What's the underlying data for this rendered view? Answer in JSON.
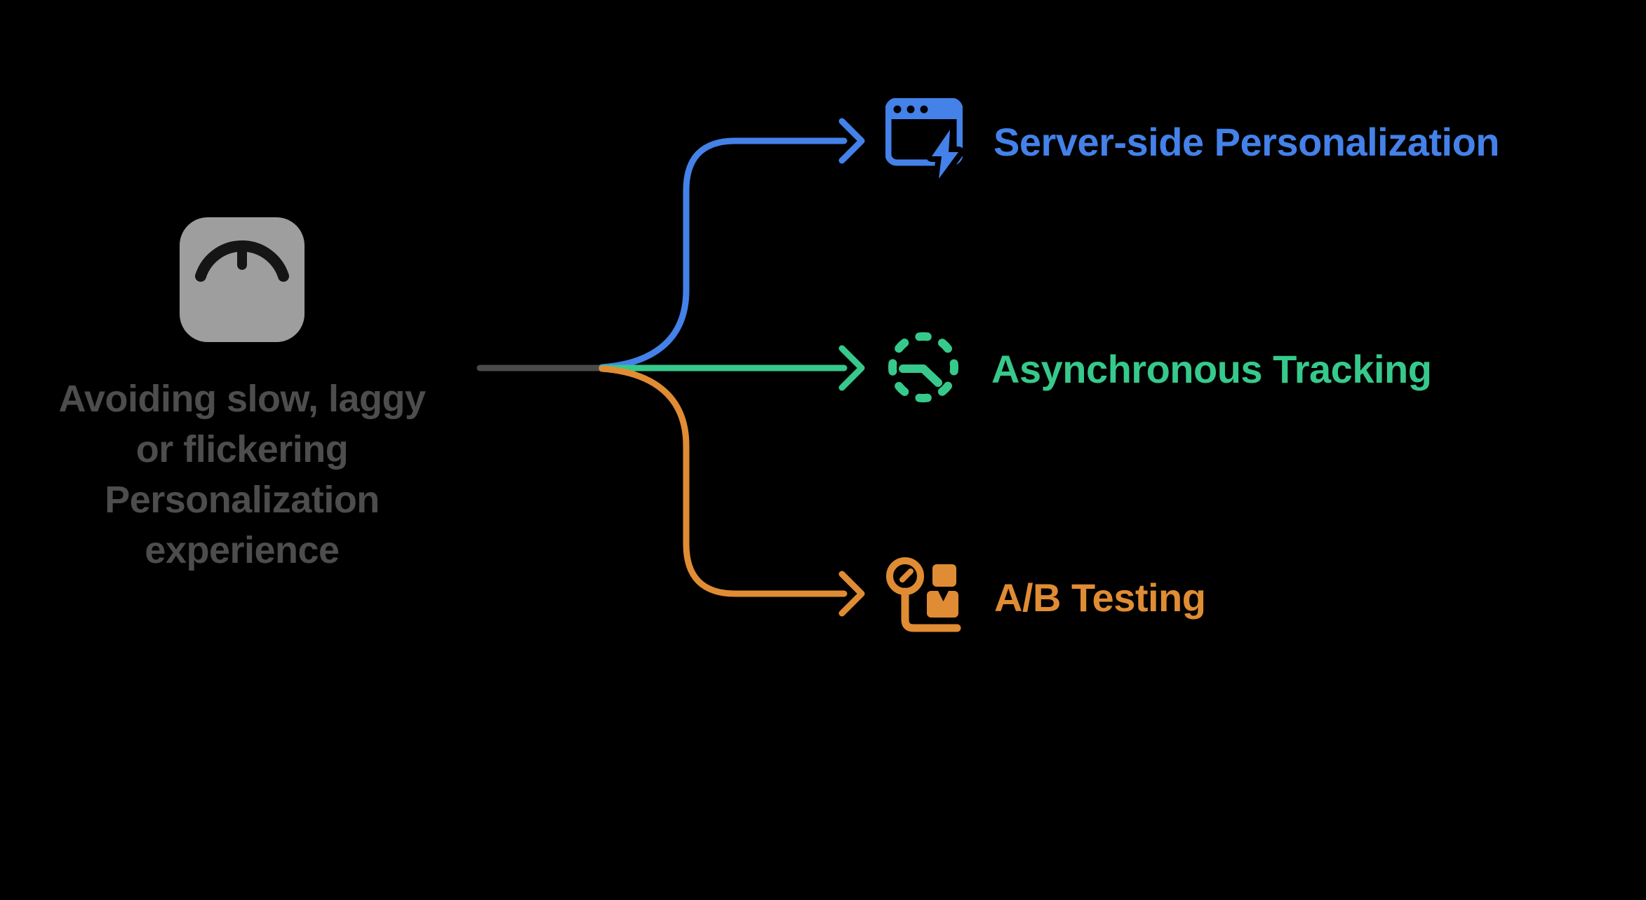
{
  "colors": {
    "background": "#000000",
    "blue": "#4481e9",
    "green": "#36c98b",
    "orange": "#e08c34",
    "trunk_gray": "#4a4a4a",
    "node_icon_bg": "#9e9e9e",
    "node_icon_fg": "#151515",
    "node_text": "#4d4d4d"
  },
  "root_node": {
    "label": "Avoiding slow, laggy or flickering Personalization experience",
    "icon": "gauge-icon"
  },
  "branches": [
    {
      "id": "server-side-personalization",
      "label": "Server-side Personalization",
      "icon": "browser-bolt-icon",
      "color": "#4481e9"
    },
    {
      "id": "asynchronous-tracking",
      "label": "Asynchronous Tracking",
      "icon": "dashed-clock-icon",
      "color": "#36c98b"
    },
    {
      "id": "ab-testing",
      "label": "A/B Testing",
      "icon": "weighing-scale-icon",
      "color": "#e08c34"
    }
  ]
}
